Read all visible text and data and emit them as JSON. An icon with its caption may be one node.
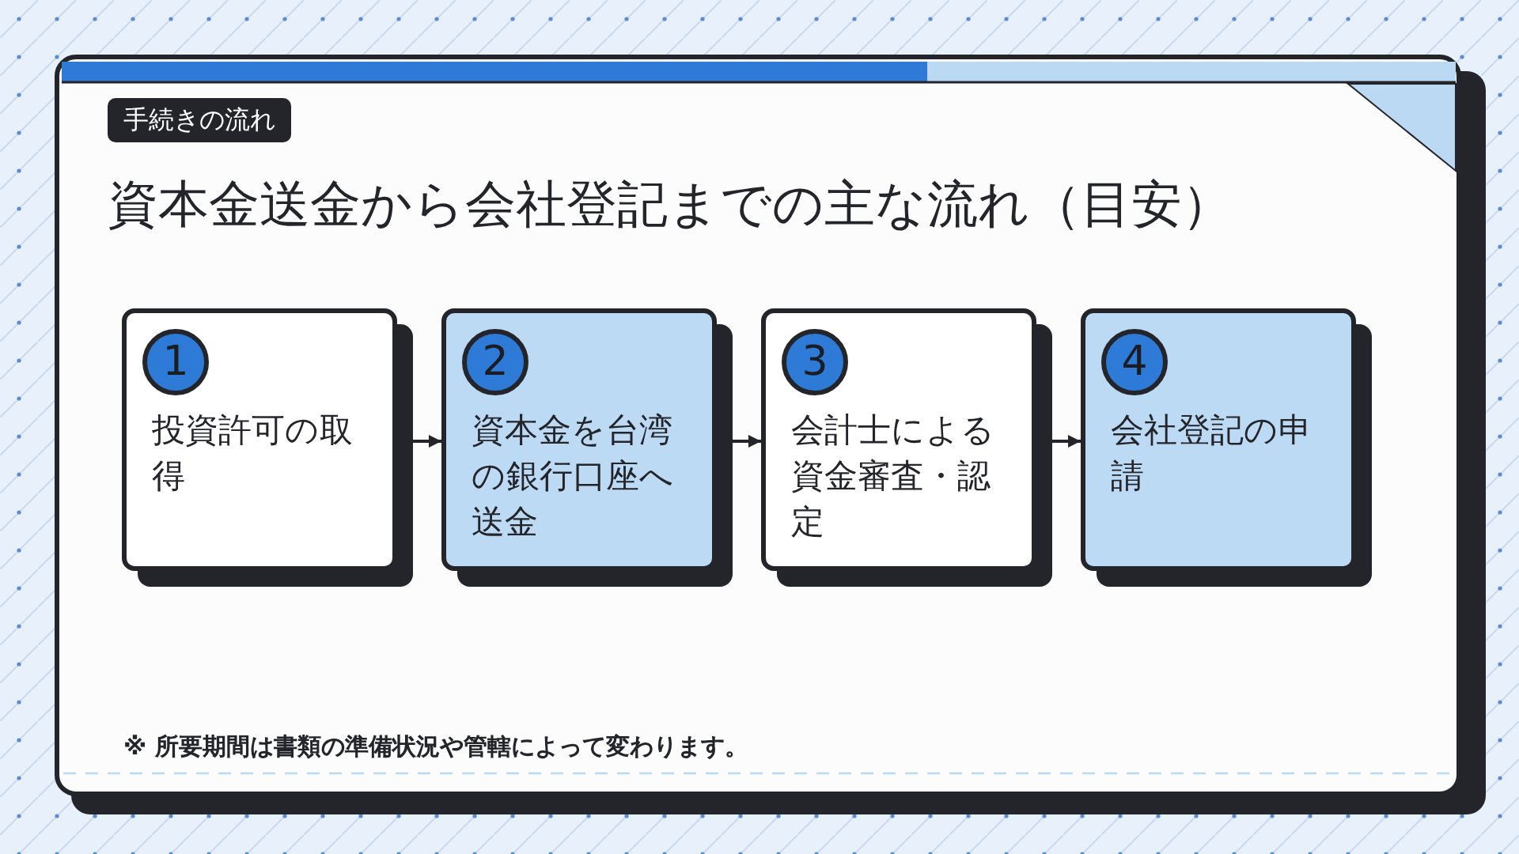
{
  "diagram": {
    "title": "資本金送金から会社登記までの主な流れ（目安）",
    "nodes": [
      {
        "text": [
          "1",
          "投資許可の取得"
        ]
      },
      {
        "text": [
          "2",
          "資本金を台湾の銀行口座へ送金"
        ]
      },
      {
        "text": [
          "3",
          "会計士による資金審査・認定"
        ]
      },
      {
        "text": [
          "4",
          "会社登記の申請"
        ]
      }
    ],
    "edges": [
      {
        "from": 0,
        "to": 1,
        "arrow": "to"
      },
      {
        "from": 1,
        "to": 2,
        "arrow": "to"
      },
      {
        "from": 2,
        "to": 3,
        "arrow": "to"
      }
    ],
    "labels": [
      "手続きの流れ",
      "※ 所要期間は書類の準備状況や管轄によって変わります。"
    ]
  }
}
